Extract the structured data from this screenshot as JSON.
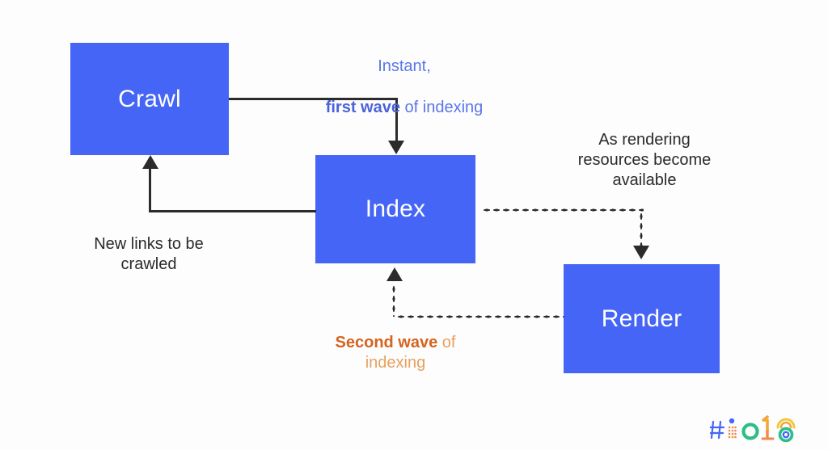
{
  "diagram": {
    "title": "Google Search indexing two waves diagram",
    "nodes": [
      {
        "id": "crawl",
        "label": "Crawl"
      },
      {
        "id": "index",
        "label": "Index"
      },
      {
        "id": "render",
        "label": "Render"
      }
    ],
    "annotations": {
      "first_wave": {
        "line1": "Instant,",
        "bold": "first wave",
        "rest": " of indexing"
      },
      "rendering_resources": "As rendering\nresources become\navailable",
      "new_links": "New links to be\ncrawled",
      "second_wave": {
        "bold": "Second wave",
        "rest": " of\nindexing"
      }
    },
    "edges": [
      {
        "from": "crawl",
        "to": "index",
        "style": "solid",
        "label": "first_wave"
      },
      {
        "from": "index",
        "to": "crawl",
        "style": "solid",
        "label": "new_links"
      },
      {
        "from": "index",
        "to": "render",
        "style": "dotted",
        "label": "rendering_resources"
      },
      {
        "from": "render",
        "to": "index",
        "style": "dotted",
        "label": "second_wave"
      }
    ]
  },
  "branding": {
    "logo_text": "#io18",
    "logo_name": "google-io-2018-logo"
  },
  "colors": {
    "box_blue": "#4565f6",
    "line_dark": "#2b2b2b",
    "annotation_blue": "#5b76e8",
    "annotation_blue_bold": "#4a63d8",
    "annotation_orange": "#e8a15e",
    "annotation_orange_bold": "#d4641e",
    "background": "#fdfdfd",
    "box_text": "#ffffff"
  }
}
